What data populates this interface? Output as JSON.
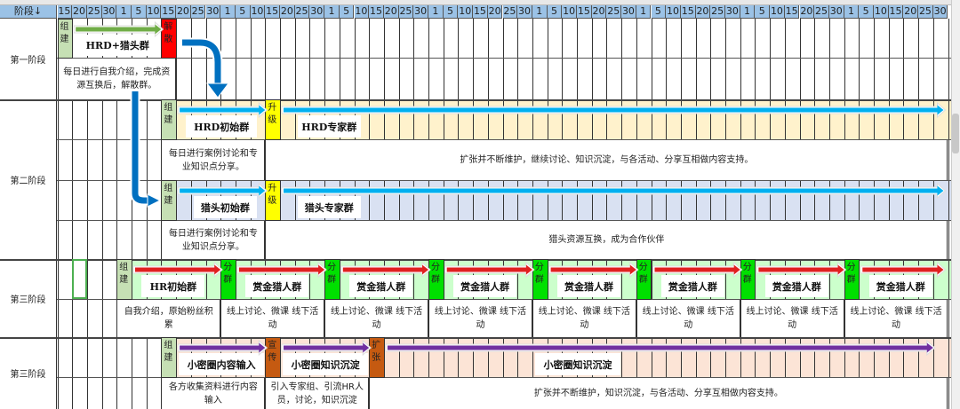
{
  "header": {
    "stage_label": "阶段↓",
    "days": [
      "15",
      "20",
      "25",
      "30",
      "1",
      "5",
      "10",
      "15",
      "20",
      "25",
      "30",
      "1",
      "5",
      "10",
      "15",
      "20",
      "25",
      "30",
      "1",
      "5",
      "10",
      "15",
      "20",
      "25",
      "30",
      "1",
      "5",
      "10",
      "15",
      "20",
      "25",
      "30",
      "1",
      "5",
      "10",
      "15",
      "20",
      "25",
      "30",
      "1",
      "5",
      "10",
      "15",
      "20",
      "25",
      "30",
      "1",
      "5",
      "10",
      "15",
      "20",
      "25",
      "30",
      "1",
      "5",
      "10",
      "15",
      "20",
      "25",
      "30"
    ]
  },
  "stages": [
    "第一阶段",
    "第二阶段",
    "第三阶段",
    "第三阶段"
  ],
  "colors": {
    "header": "#9bc2e6",
    "build": "#c6e0b4",
    "dissolve": "#ff0000",
    "upgrade": "#ffff00",
    "split": "#00e000",
    "promo": "#c55a11",
    "cream": "#fff2cc",
    "lavender": "#d9e1f2",
    "mint": "#ccffcc",
    "peach": "#fce4d6"
  },
  "bars": [
    {
      "row": 0,
      "band": null,
      "markers": [
        {
          "col": 0,
          "text": "组建",
          "color": "#c6e0b4"
        },
        {
          "col": 7,
          "text": "解散",
          "color": "#ff0000"
        }
      ],
      "labels": [
        {
          "col": 1,
          "span": 6,
          "text": "HRD+猎头群"
        }
      ],
      "arrows": [
        {
          "from": 1,
          "to": 7,
          "color": "#70ad47"
        }
      ]
    },
    {
      "row": 2,
      "band": {
        "from": 8,
        "color": "#fff2cc"
      },
      "markers": [
        {
          "col": 7,
          "text": "组建",
          "color": "#c6e0b4"
        },
        {
          "col": 14,
          "text": "升级",
          "color": "#ffff00"
        }
      ],
      "labels": [
        {
          "col": 8.5,
          "span": 5,
          "text": "HRD初始群"
        },
        {
          "col": 16,
          "span": 4.5,
          "text": "HRD专家群"
        }
      ],
      "arrows": [
        {
          "from": 8,
          "to": 14,
          "color": "#00b0f0"
        },
        {
          "from": 15,
          "to": 59.7,
          "color": "#00b0f0"
        }
      ]
    },
    {
      "row": 4,
      "band": {
        "from": 8,
        "color": "#d9e1f2"
      },
      "markers": [
        {
          "col": 7,
          "text": "组建",
          "color": "#c6e0b4"
        },
        {
          "col": 14,
          "text": "升级",
          "color": "#ffff00"
        }
      ],
      "labels": [
        {
          "col": 9,
          "span": 4.5,
          "text": "猎头初始群"
        },
        {
          "col": 16,
          "span": 4.5,
          "text": "猎头专家群"
        }
      ],
      "arrows": [
        {
          "from": 8,
          "to": 14,
          "color": "#00b0f0"
        },
        {
          "from": 15,
          "to": 59.7,
          "color": "#00b0f0"
        }
      ]
    },
    {
      "row": 6,
      "band": {
        "from": 5,
        "color": "#ccffcc"
      },
      "markers": [
        {
          "col": 4,
          "text": "组建",
          "color": "#c6e0b4"
        },
        {
          "col": 11,
          "text": "分群",
          "color": "#00e000"
        },
        {
          "col": 18,
          "text": "分群",
          "color": "#00e000"
        },
        {
          "col": 25,
          "text": "分群",
          "color": "#00e000"
        },
        {
          "col": 32,
          "text": "分群",
          "color": "#00e000"
        },
        {
          "col": 39,
          "text": "分群",
          "color": "#00e000"
        },
        {
          "col": 46,
          "text": "分群",
          "color": "#00e000"
        },
        {
          "col": 53,
          "text": "分群",
          "color": "#00e000"
        }
      ],
      "labels": [
        {
          "col": 5.5,
          "span": 4.5,
          "text": "HR初始群"
        },
        {
          "col": 12.5,
          "span": 4.5,
          "text": "赏金猎人群"
        },
        {
          "col": 19.5,
          "span": 4.5,
          "text": "赏金猎人群"
        },
        {
          "col": 26.5,
          "span": 4.5,
          "text": "赏金猎人群"
        },
        {
          "col": 33.5,
          "span": 4.5,
          "text": "赏金猎人群"
        },
        {
          "col": 40.5,
          "span": 4.5,
          "text": "赏金猎人群"
        },
        {
          "col": 47.5,
          "span": 4.5,
          "text": "赏金猎人群"
        },
        {
          "col": 54.5,
          "span": 4.5,
          "text": "赏金猎人群"
        }
      ],
      "arrows": [
        {
          "from": 5,
          "to": 11,
          "color": "#e02020"
        },
        {
          "from": 12,
          "to": 18,
          "color": "#e02020"
        },
        {
          "from": 19,
          "to": 25,
          "color": "#e02020"
        },
        {
          "from": 26,
          "to": 32,
          "color": "#e02020"
        },
        {
          "from": 33,
          "to": 39,
          "color": "#e02020"
        },
        {
          "from": 40,
          "to": 46,
          "color": "#e02020"
        },
        {
          "from": 47,
          "to": 53,
          "color": "#e02020"
        },
        {
          "from": 54,
          "to": 59.7,
          "color": "#e02020"
        }
      ]
    },
    {
      "row": 8,
      "band": {
        "from": 8,
        "color": "#fce4d6"
      },
      "markers": [
        {
          "col": 7,
          "text": "组建",
          "color": "#c6e0b4"
        },
        {
          "col": 14,
          "text": "宣传",
          "color": "#c55a11"
        },
        {
          "col": 21,
          "text": "扩张",
          "color": "#c55a11"
        }
      ],
      "labels": [
        {
          "col": 8,
          "span": 6,
          "text": "小密圈内容输入"
        },
        {
          "col": 15,
          "span": 6,
          "text": "小密圈知识沉淀"
        },
        {
          "col": 32,
          "span": 6,
          "text": "小密圈知识沉淀"
        }
      ],
      "arrows": [
        {
          "from": 8,
          "to": 14,
          "color": "#7030a0"
        },
        {
          "from": 15,
          "to": 21,
          "color": "#7030a0"
        },
        {
          "from": 22,
          "to": 59,
          "color": "#7030a0"
        }
      ]
    }
  ],
  "notes": [
    {
      "row": 1,
      "col": 0,
      "span": 8,
      "text": "每日进行自我介绍，完成资源互换后，解散群。"
    },
    {
      "row": 3,
      "col": 7,
      "span": 7,
      "text": "每日进行案例讨论和专业知识点分享。"
    },
    {
      "row": 3,
      "col": 14,
      "span": 46,
      "text": "扩张并不断维护，继续讨论、知识沉淀，与各活动、分享互相做内容支持。"
    },
    {
      "row": 5,
      "col": 7,
      "span": 7,
      "text": "每日进行案例讨论和专业知识点分享。"
    },
    {
      "row": 5,
      "col": 14,
      "span": 46,
      "text": "猎头资源互换，成为合作伙伴"
    },
    {
      "row": 7,
      "col": 4,
      "span": 7,
      "text": "自我介绍，原始粉丝积累"
    },
    {
      "row": 7,
      "col": 11,
      "span": 7,
      "text": "线上讨论、微课 线下活动"
    },
    {
      "row": 7,
      "col": 18,
      "span": 7,
      "text": "线上讨论、微课 线下活动"
    },
    {
      "row": 7,
      "col": 25,
      "span": 7,
      "text": "线上讨论、微课 线下活动"
    },
    {
      "row": 7,
      "col": 32,
      "span": 7,
      "text": "线上讨论、微课 线下活动"
    },
    {
      "row": 7,
      "col": 39,
      "span": 7,
      "text": "线上讨论、微课 线下活动"
    },
    {
      "row": 7,
      "col": 46,
      "span": 7,
      "text": "线上讨论、微课 线下活动"
    },
    {
      "row": 7,
      "col": 53,
      "span": 7,
      "text": "线上讨论、微课 线下活动"
    },
    {
      "row": 9,
      "col": 7,
      "span": 7,
      "text": "各方收集资料进行内容输入"
    },
    {
      "row": 9,
      "col": 14,
      "span": 7,
      "text": "引入专家组、引流HR人员，讨论，知识沉淀"
    },
    {
      "row": 9,
      "col": 21,
      "span": 39,
      "text": "扩张并不断维护，知识沉淀，与各活动、分享互相做内容支持。"
    }
  ]
}
